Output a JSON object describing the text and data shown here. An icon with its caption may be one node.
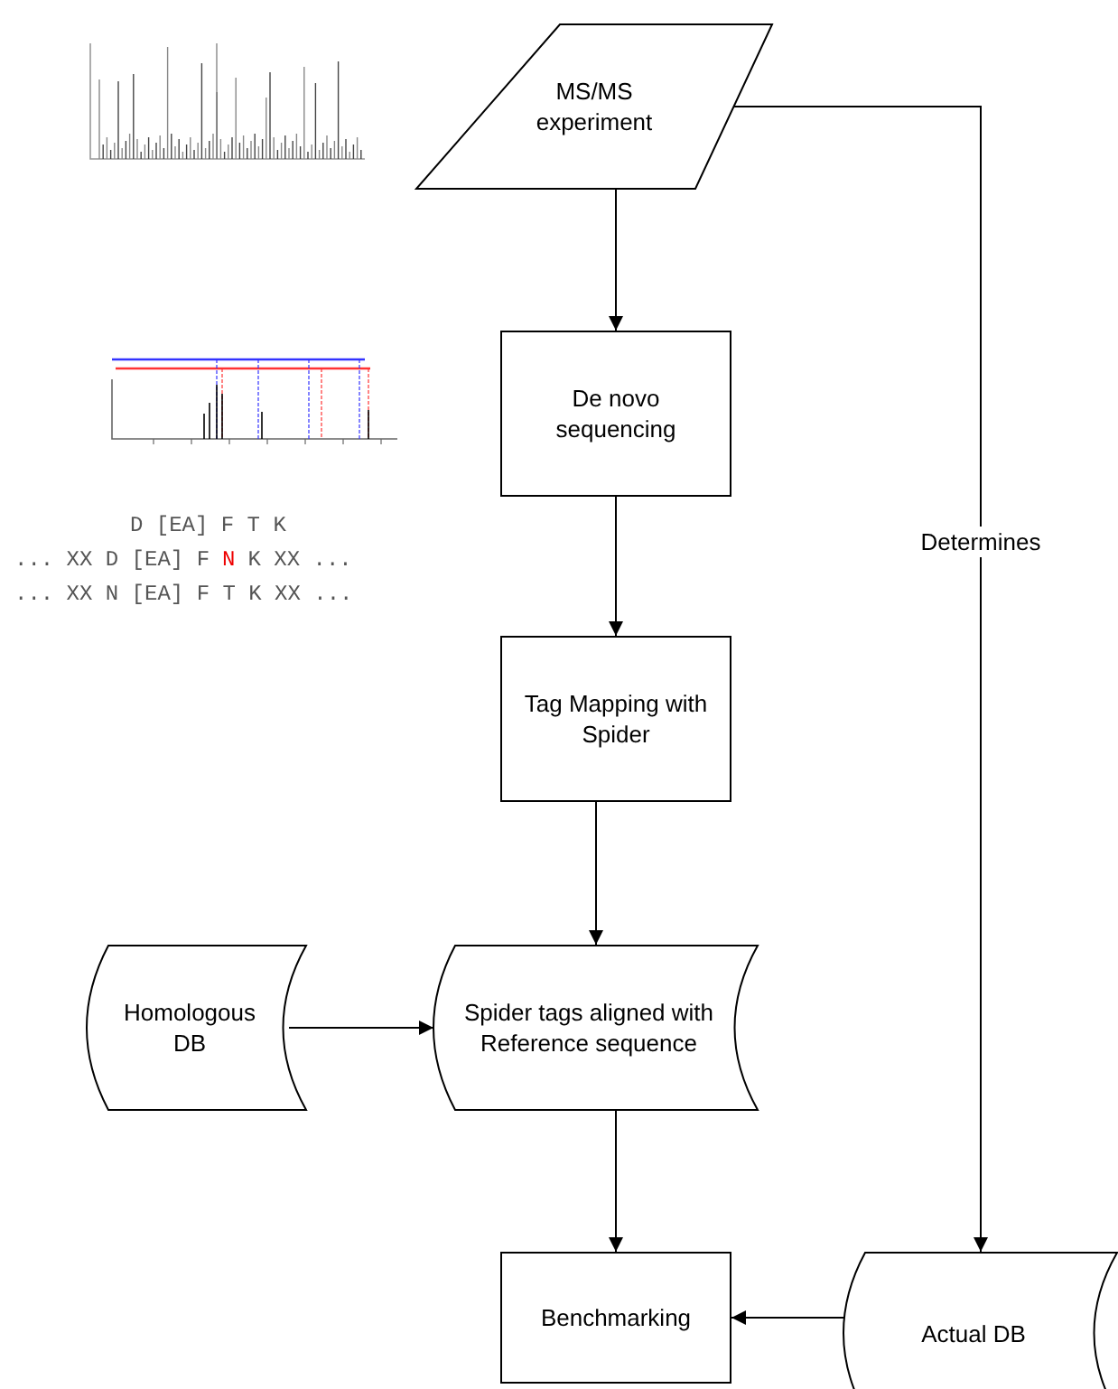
{
  "diagram": {
    "nodes": [
      {
        "text": [
          "MS/MS experiment"
        ]
      },
      {
        "text": [
          "De novo sequencing"
        ]
      },
      {
        "text": [
          "Tag Mapping with Spider"
        ]
      },
      {
        "text": [
          "Homologous DB"
        ]
      },
      {
        "text": [
          "Spider tags aligned with Reference sequence"
        ]
      },
      {
        "text": [
          "Benchmarking"
        ]
      },
      {
        "text": [
          "Actual DB"
        ]
      }
    ],
    "edges": [
      {
        "from": 0,
        "to": 1,
        "arrow": "to"
      },
      {
        "from": 1,
        "to": 2,
        "arrow": "to"
      },
      {
        "from": 2,
        "to": 4,
        "arrow": "to"
      },
      {
        "from": 3,
        "to": 4,
        "arrow": "to"
      },
      {
        "from": 4,
        "to": 5,
        "arrow": "to"
      },
      {
        "from": 0,
        "to": 6,
        "arrow": "to",
        "label": "Determines"
      },
      {
        "from": 6,
        "to": 5,
        "arrow": "to"
      }
    ],
    "labels": [
      "D [EA] F T K",
      "... XX D [EA] F",
      "N",
      "K XX ...",
      "... XX N [EA] F T K XX ..."
    ]
  }
}
